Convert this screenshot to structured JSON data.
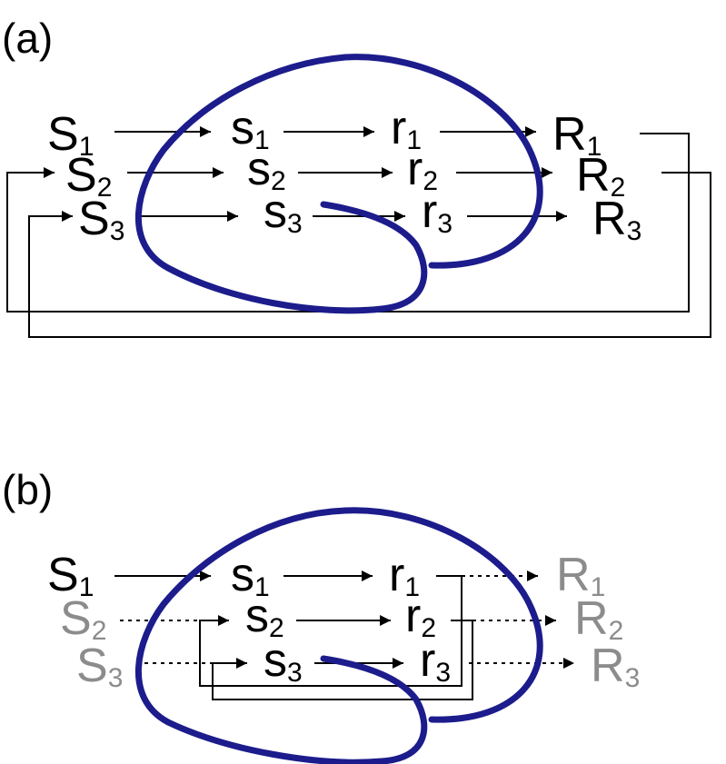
{
  "colors": {
    "active": "#000000",
    "inactive": "#8c8c8c",
    "brain": "#1c1c8c"
  },
  "panel_a": {
    "label": "(a)",
    "nodes": {
      "S1": {
        "base": "S",
        "sub": "1"
      },
      "S2": {
        "base": "S",
        "sub": "2"
      },
      "S3": {
        "base": "S",
        "sub": "3"
      },
      "s1": {
        "base": "s",
        "sub": "1"
      },
      "s2": {
        "base": "s",
        "sub": "2"
      },
      "s3": {
        "base": "s",
        "sub": "3"
      },
      "r1": {
        "base": "r",
        "sub": "1"
      },
      "r2": {
        "base": "r",
        "sub": "2"
      },
      "r3": {
        "base": "r",
        "sub": "3"
      },
      "R1": {
        "base": "R",
        "sub": "1"
      },
      "R2": {
        "base": "R",
        "sub": "2"
      },
      "R3": {
        "base": "R",
        "sub": "3"
      }
    }
  },
  "panel_b": {
    "label": "(b)",
    "nodes": {
      "S1": {
        "base": "S",
        "sub": "1"
      },
      "S2": {
        "base": "S",
        "sub": "2"
      },
      "S3": {
        "base": "S",
        "sub": "3"
      },
      "s1": {
        "base": "s",
        "sub": "1"
      },
      "s2": {
        "base": "s",
        "sub": "2"
      },
      "s3": {
        "base": "s",
        "sub": "3"
      },
      "r1": {
        "base": "r",
        "sub": "1"
      },
      "r2": {
        "base": "r",
        "sub": "2"
      },
      "r3": {
        "base": "r",
        "sub": "3"
      },
      "R1": {
        "base": "R",
        "sub": "1"
      },
      "R2": {
        "base": "R",
        "sub": "2"
      },
      "R3": {
        "base": "R",
        "sub": "3"
      }
    }
  }
}
